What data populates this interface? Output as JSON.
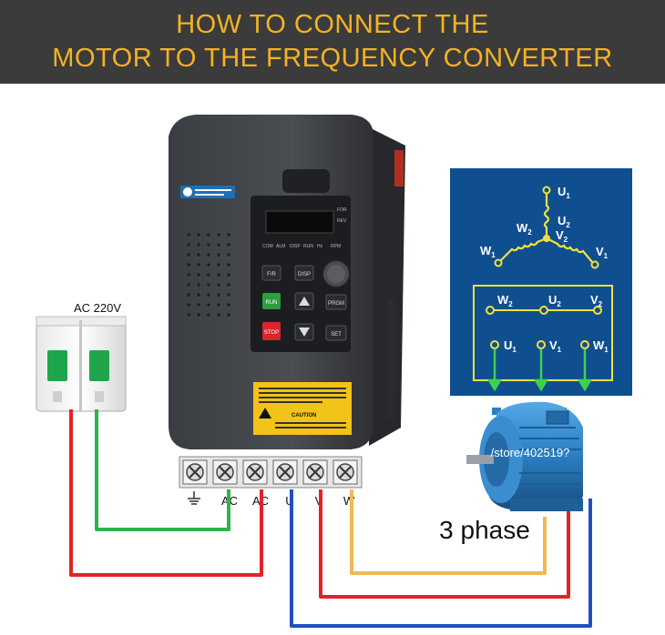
{
  "header": {
    "line1": "HOW TO CONNECT THE",
    "line2": "MOTOR TO THE FREQUENCY CONVERTER"
  },
  "breaker": {
    "label": "AC  220V"
  },
  "terminals": [
    "AC",
    "AC",
    "U",
    "V",
    "W"
  ],
  "motor": {
    "url_text": "/store/402519?",
    "phase_label": "3 phase"
  },
  "inverter": {
    "indicators": [
      "COM",
      "ALM",
      "DISP",
      "RUN",
      "Hz",
      "RPM"
    ],
    "side_labels": [
      "FOR",
      "REV"
    ],
    "buttons": {
      "fr": "F/R",
      "disp": "DISP",
      "run": "RUN",
      "prgm": "PRGM",
      "stop": "STOP",
      "set": "SET"
    },
    "caution": "CAUTION"
  },
  "schematic": {
    "star": {
      "u1": "U",
      "u2": "U",
      "v1": "V",
      "v2": "V",
      "w1": "W",
      "w2": "W"
    },
    "box_top": {
      "w2": "W",
      "u2": "U",
      "v2": "V"
    },
    "box_bottom": {
      "u1": "U",
      "v1": "V",
      "w1": "W"
    },
    "sub1": "1",
    "sub2": "2"
  },
  "colors": {
    "title": "#f4b223",
    "header_bg": "#3b3b3b",
    "wire_red": "#e32228",
    "wire_green": "#2db34a",
    "wire_blue": "#1f4fc2",
    "wire_yellow": "#f2b854",
    "schematic_bg": "#0f4f8f",
    "schematic_line": "#f0e040",
    "arrow_green": "#3fd050",
    "motor_blue": "#2b7fc2"
  }
}
